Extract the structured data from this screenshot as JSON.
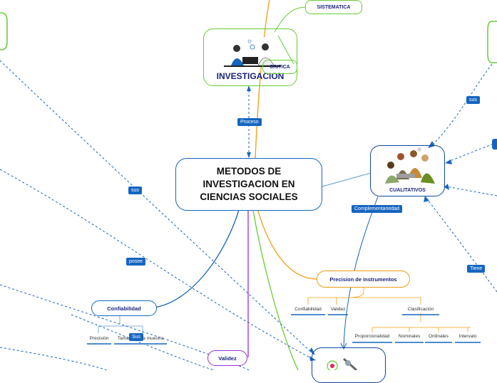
{
  "central": {
    "title": "METODOS DE INVESTIGACION EN CIENCIAS SOCIALES"
  },
  "nodes": {
    "investigacion": "INVESTIGACION",
    "critica": "CRITICA",
    "sistematica": "SISTEMATICA",
    "cualitativos": "CUALITATIVOS",
    "precision": "Precision de instrumentos",
    "confiabilidad": "Confiabilidad",
    "validez": "Validez"
  },
  "precision_children": [
    "Confiabilidad",
    "Validez",
    "Clasificación"
  ],
  "clasificacion_children": [
    "Proporcionalidad",
    "Nominales",
    "Ordinales",
    "Intervalo"
  ],
  "confiabilidad_children": [
    "Precisión",
    "Tamaño de la muestra"
  ],
  "labels": {
    "proceso": "Proceso",
    "sus_left": "sus",
    "posee": "posee",
    "sus_bottom": "Sus",
    "sus_right": "sus",
    "complementariedad": "Complementariedad",
    "tiene": "Tiene"
  },
  "colors": {
    "green": "#66cc33",
    "blue": "#1565c0",
    "orange": "#f39c12",
    "purple": "#9b30d9",
    "dark_blue": "#0d47a1"
  }
}
